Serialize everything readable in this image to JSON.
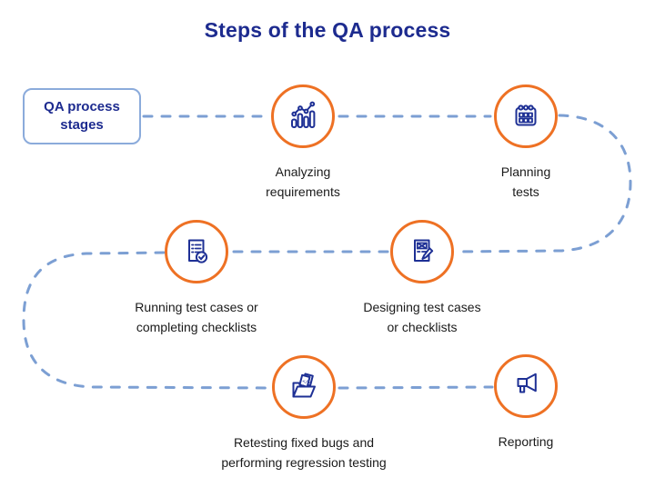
{
  "title": "Steps of the QA process",
  "legend_box": {
    "label": "QA process stages"
  },
  "steps": [
    {
      "name": "analyzing-requirements",
      "icon": "bar-chart-icon",
      "label_lines": [
        "Analyzing",
        "requirements"
      ]
    },
    {
      "name": "planning-tests",
      "icon": "calendar-icon",
      "label_lines": [
        "Planning",
        "tests"
      ]
    },
    {
      "name": "designing-test-cases",
      "icon": "document-pencil-icon",
      "label_lines": [
        "Designing test cases",
        "or checklists"
      ]
    },
    {
      "name": "running-test-cases",
      "icon": "checklist-check-icon",
      "label_lines": [
        "Running test cases or",
        "completing checklists"
      ]
    },
    {
      "name": "retesting-fixed-bugs",
      "icon": "folder-documents-icon",
      "label_lines": [
        "Retesting fixed bugs and",
        "performing regression testing"
      ]
    },
    {
      "name": "reporting",
      "icon": "megaphone-icon",
      "label_lines": [
        "Reporting"
      ]
    }
  ],
  "colors": {
    "title_navy": "#1D2B8F",
    "icon_navy": "#1E3095",
    "circle_orange": "#EE7124",
    "dash_blue": "#7C9FD3",
    "box_border_blue": "#8BABDB",
    "label_text": "#1A1A1A"
  }
}
